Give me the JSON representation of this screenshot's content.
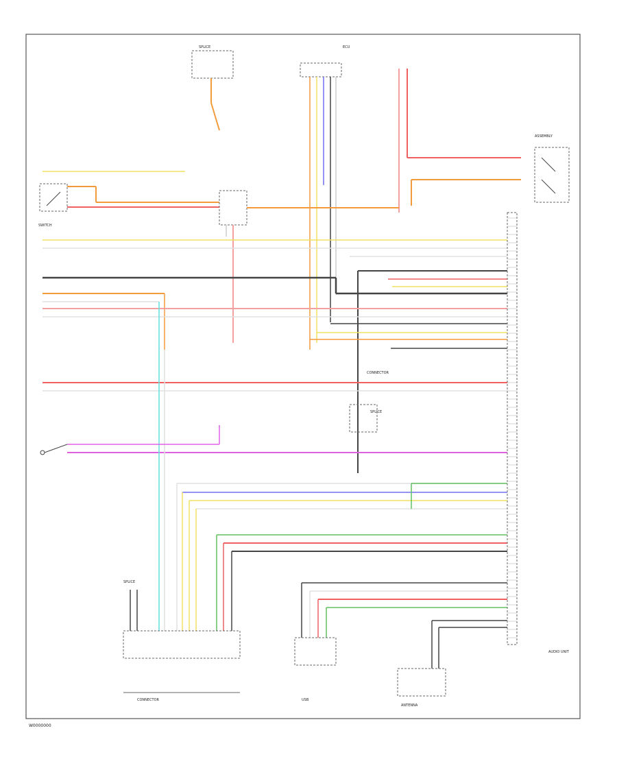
{
  "footer_code": "W0000000",
  "colors": {
    "orange": "#f39a3a",
    "red": "#f06060",
    "pink": "#f5a0a0",
    "yellow": "#f0e060",
    "black": "#444444",
    "blue": "#7070f0",
    "green": "#60c060",
    "magenta": "#e060e0",
    "cyan": "#60e0e0",
    "gray": "#cccccc",
    "lightgray": "#e0e0e0",
    "frame": "#555555"
  },
  "labels": {
    "top_splice": "SPLICE",
    "top_ecu": "ECU",
    "right_assembly": "ASSEMBLY",
    "connector_right": "CONNECTOR",
    "audio_unit": "AUDIO UNIT",
    "left_switch": "SWITCH",
    "bottom_left_1": "SPLICE",
    "bottom_connector": "CONNECTOR",
    "usb_interface": "USB",
    "antenna": "ANTENNA",
    "note_center": "SPLICE"
  }
}
